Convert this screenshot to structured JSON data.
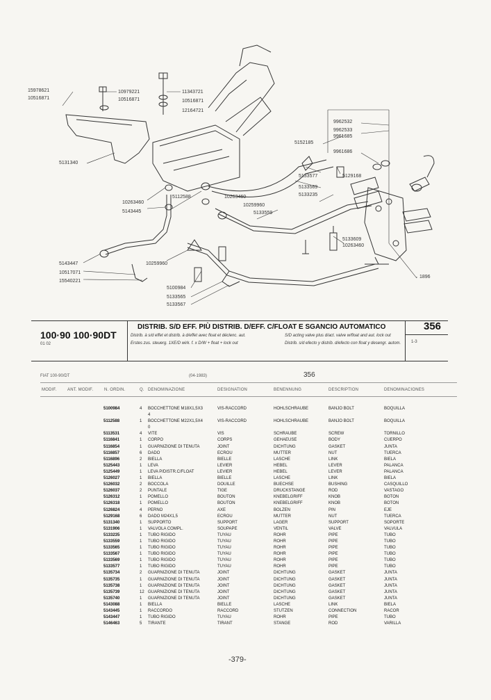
{
  "diagram": {
    "part_labels": [
      "15978621",
      "10516871",
      "10979221",
      "10516871",
      "11343721",
      "10516871",
      "12164721",
      "5131340",
      "5152185",
      "9962532",
      "9962533",
      "9961685",
      "9961686",
      "5129168",
      "5133577",
      "5133569",
      "5133235",
      "10263460",
      "10259960",
      "5133559",
      "10263460",
      "5112588",
      "5143445",
      "5133609",
      "10263460",
      "5143447",
      "10517071",
      "15540221",
      "10259960",
      "5100984",
      "5133565",
      "5133567",
      "1896"
    ]
  },
  "header": {
    "model": "100·90  100·90DT",
    "codes": "01   02",
    "title": "DISTRIB. S/D EFF. PIÙ DISTRIB. D/EFF. C/FLOAT E SGANCIO AUTOMATICO",
    "sub_fr": "Distrib. à s/d effet et distrib. à d/effet avec float et déclenc. aut.",
    "sub_de": "Erstes zus. steuerg. 1XE/D wirk. f. x D/W + float + lock out",
    "sub_gb": "S/D acting valve plus d/act. valve w/float and aut. lock out",
    "sub_es": "Distrib. s/d efecto y distrib. d/efecto con float y desengr. autom.",
    "page_number": "356",
    "page_ref": "1-3"
  },
  "table_header": {
    "line": "FIAT 100-90/DT",
    "date": "(04-1983)",
    "number": "356",
    "columns": [
      "MODIF.",
      "ANT. MODIF.",
      "N. ORDIN.",
      "Q.",
      "DENOMINAZIONE",
      "DESIGNATION",
      "BENENNUNG",
      "DESCRIPTION",
      "DENOMINACIONES"
    ]
  },
  "rows": [
    [
      "5100984",
      "4",
      "BOCCHETTONE M18X1,5X3",
      "VIS-RACCORD",
      "HOHLSCHRAUBE",
      "BANJO BOLT",
      "BOQUILLA"
    ],
    [
      "",
      "",
      "4",
      "",
      "",
      "",
      ""
    ],
    [
      "5112588",
      "1",
      "BOCCHETTONE M22X1,5X4",
      "VIS-RACCORD",
      "HOHLSCHRAUBE",
      "BANJO BOLT",
      "BOQUILLA"
    ],
    [
      "",
      "",
      "0",
      "",
      "",
      "",
      ""
    ],
    [
      "5113531",
      "4",
      "VITE",
      "VIS",
      "SCHRAUBE",
      "SCREW",
      "TORNILLO"
    ],
    [
      "5116841",
      "1",
      "CORPO",
      "CORPS",
      "GEHAEUSE",
      "BODY",
      "CUERPO"
    ],
    [
      "5116854",
      "1",
      "GUARNIZIONE DI TENUTA",
      "JOINT",
      "DICHTUNG",
      "GASKET",
      "JUNTA"
    ],
    [
      "5116857",
      "6",
      "DADO",
      "ECROU",
      "MUTTER",
      "NUT",
      "TUERCA"
    ],
    [
      "5116896",
      "2",
      "BIELLA",
      "BIELLE",
      "LASCHE",
      "LINK",
      "BIELA"
    ],
    [
      "5125443",
      "1",
      "LEVA",
      "LEVIER",
      "HEBEL",
      "LEVER",
      "PALANCA"
    ],
    [
      "5125449",
      "1",
      "LEVA P/DISTR.C/FLOAT",
      "LEVIER",
      "HEBEL",
      "LEVER",
      "PALANCA"
    ],
    [
      "5126027",
      "1",
      "BIELLA",
      "BIELLE",
      "LASCHE",
      "LINK",
      "BIELA"
    ],
    [
      "5126032",
      "2",
      "BOCCOLA",
      "DOUILLE",
      "BUECHSE",
      "BUSHING",
      "CASQUILLO"
    ],
    [
      "5126037",
      "2",
      "PUNTALE",
      "TIGE",
      "DRUCKSTANGE",
      "ROD",
      "VASTAGO"
    ],
    [
      "5126312",
      "1",
      "POMELLO",
      "BOUTON",
      "KNEBELGRIFF",
      "KNOB",
      "BOTON"
    ],
    [
      "5126318",
      "1",
      "POMELLO",
      "BOUTON",
      "KNEBELGRIFF",
      "KNOB",
      "BOTON"
    ],
    [
      "5126824",
      "4",
      "PERNO",
      "AXE",
      "BOLZEN",
      "PIN",
      "EJE"
    ],
    [
      "5129168",
      "6",
      "DADO M24X1,5",
      "ECROU",
      "MUTTER",
      "NUT",
      "TUERCA"
    ],
    [
      "5131340",
      "1",
      "SUPPORTO",
      "SUPPORT",
      "LAGER",
      "SUPPORT",
      "SOPORTE"
    ],
    [
      "5131906",
      "1",
      "VALVOLA COMPL.",
      "SOUPAPE",
      "VENTIL",
      "VALVE",
      "VALVULA"
    ],
    [
      "5133235",
      "1",
      "TUBO RIGIDO",
      "TUYAU",
      "ROHR",
      "PIPE",
      "TUBO"
    ],
    [
      "5133559",
      "1",
      "TUBO RIGIDO",
      "TUYAU",
      "ROHR",
      "PIPE",
      "TUBO"
    ],
    [
      "5133565",
      "1",
      "TUBO RIGIDO",
      "TUYAU",
      "ROHR",
      "PIPE",
      "TUBO"
    ],
    [
      "5133567",
      "1",
      "TUBO RIGIDO",
      "TUYAU",
      "ROHR",
      "PIPE",
      "TUBO"
    ],
    [
      "5133569",
      "1",
      "TUBO RIGIDO",
      "TUYAU",
      "ROHR",
      "PIPE",
      "TUBO"
    ],
    [
      "5133577",
      "1",
      "TUBO RIGIDO",
      "TUYAU",
      "ROHR",
      "PIPE",
      "TUBO"
    ],
    [
      "5135734",
      "2",
      "GUARNIZIONE DI TENUTA",
      "JOINT",
      "DICHTUNG",
      "GASKET",
      "JUNTA"
    ],
    [
      "5135735",
      "1",
      "GUARNIZIONE DI TENUTA",
      "JOINT",
      "DICHTUNG",
      "GASKET",
      "JUNTA"
    ],
    [
      "5135738",
      "1",
      "GUARNIZIONE DI TENUTA",
      "JOINT",
      "DICHTUNG",
      "GASKET",
      "JUNTA"
    ],
    [
      "5135739",
      "12",
      "GUARNIZIONE DI TENUTA",
      "JOINT",
      "DICHTUNG",
      "GASKET",
      "JUNTA"
    ],
    [
      "5135740",
      "1",
      "GUARNIZIONE DI TENUTA",
      "JOINT",
      "DICHTUNG",
      "GASKET",
      "JUNTA"
    ],
    [
      "5143088",
      "1",
      "BIELLA",
      "BIELLE",
      "LASCHE",
      "LINK",
      "BIELA"
    ],
    [
      "5143445",
      "1",
      "RACCORDO",
      "RACCORD",
      "STUTZEN",
      "CONNECTION",
      "RACOR"
    ],
    [
      "5143447",
      "1",
      "TUBO RIGIDO",
      "TUYAU",
      "ROHR",
      "PIPE",
      "TUBO"
    ],
    [
      "5146463",
      "5",
      "TIRANTE",
      "TIRANT",
      "STANGE",
      "ROD",
      "VARILLA"
    ]
  ],
  "footer": "-379-"
}
